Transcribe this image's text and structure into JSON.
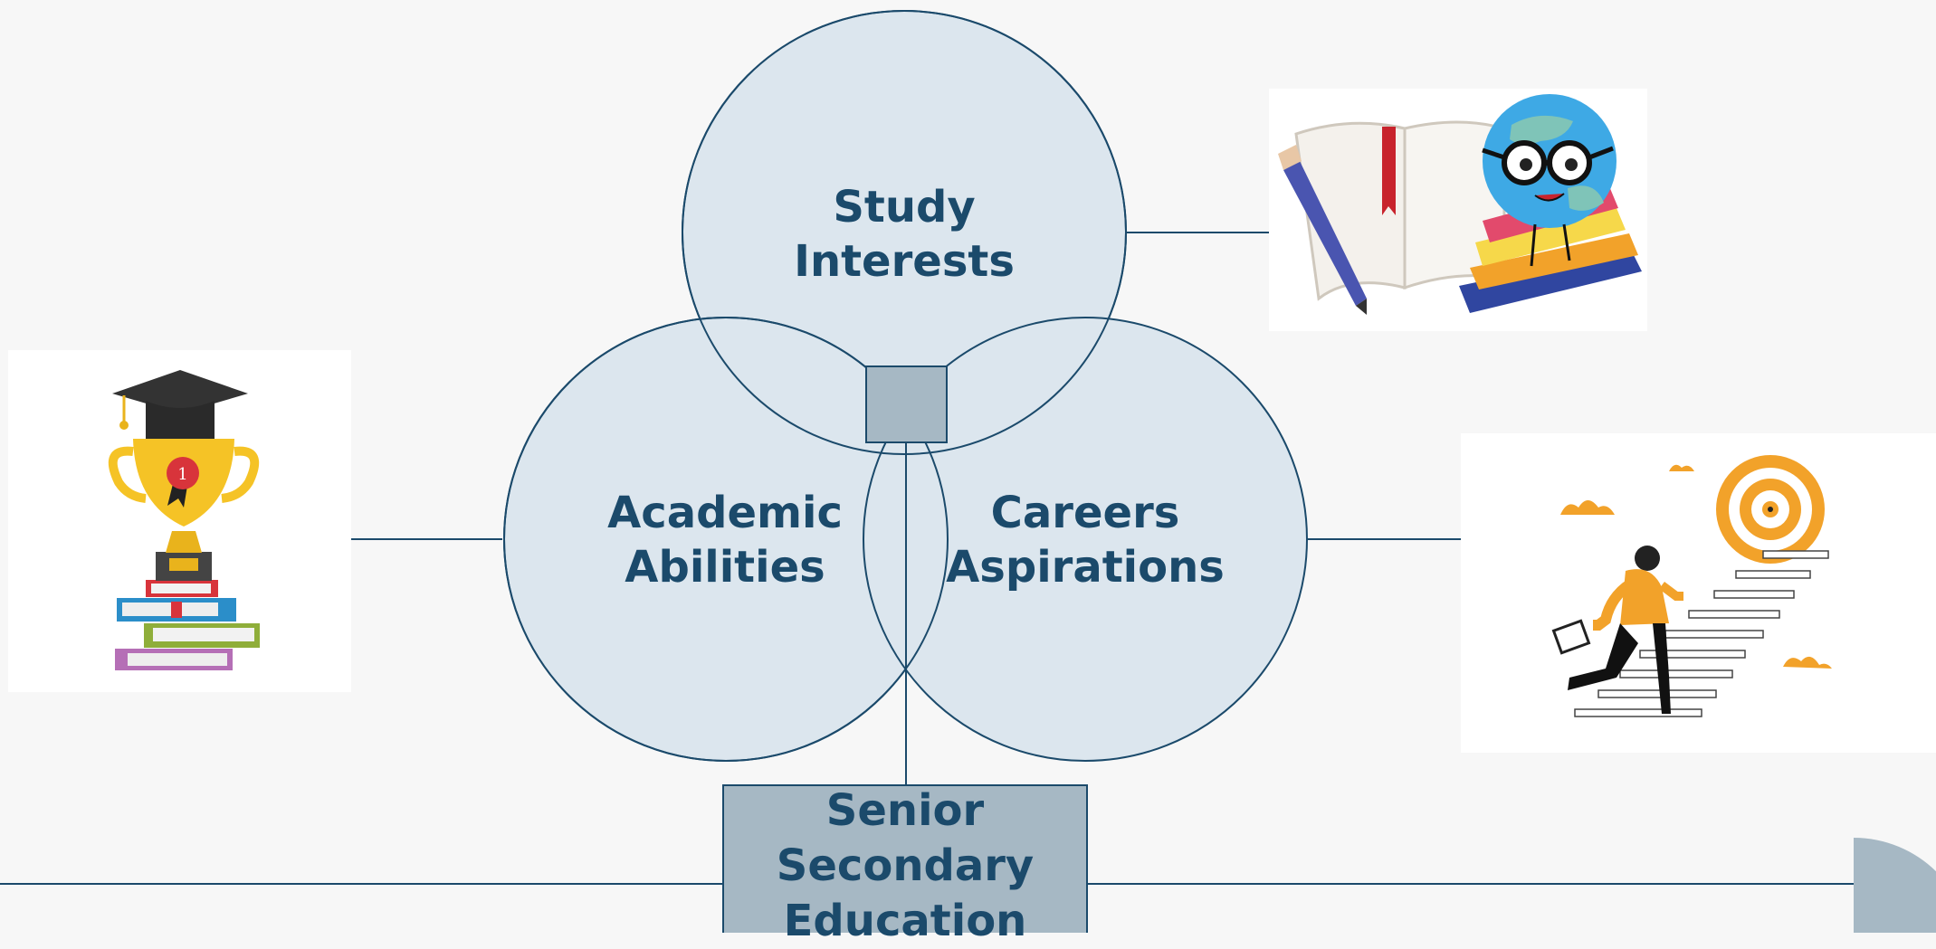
{
  "diagram": {
    "circles": [
      {
        "id": "study",
        "lines": [
          "Study",
          "Interests"
        ]
      },
      {
        "id": "academic",
        "lines": [
          "Academic",
          "Abilities"
        ]
      },
      {
        "id": "careers",
        "lines": [
          "Careers",
          "Aspirations"
        ]
      }
    ],
    "center_box": {
      "lines": [
        "Senior",
        "Secondary",
        "Education"
      ]
    }
  },
  "colors": {
    "background": "#f7f7f7",
    "circle_fill": "#dce6ee",
    "stroke": "#1b4a6b",
    "box_fill": "#a6b8c4",
    "text": "#1b4a6b"
  },
  "icons": {
    "trophy": "trophy-books-icon",
    "globe": "globe-books-icon",
    "career": "career-stairs-icon"
  }
}
